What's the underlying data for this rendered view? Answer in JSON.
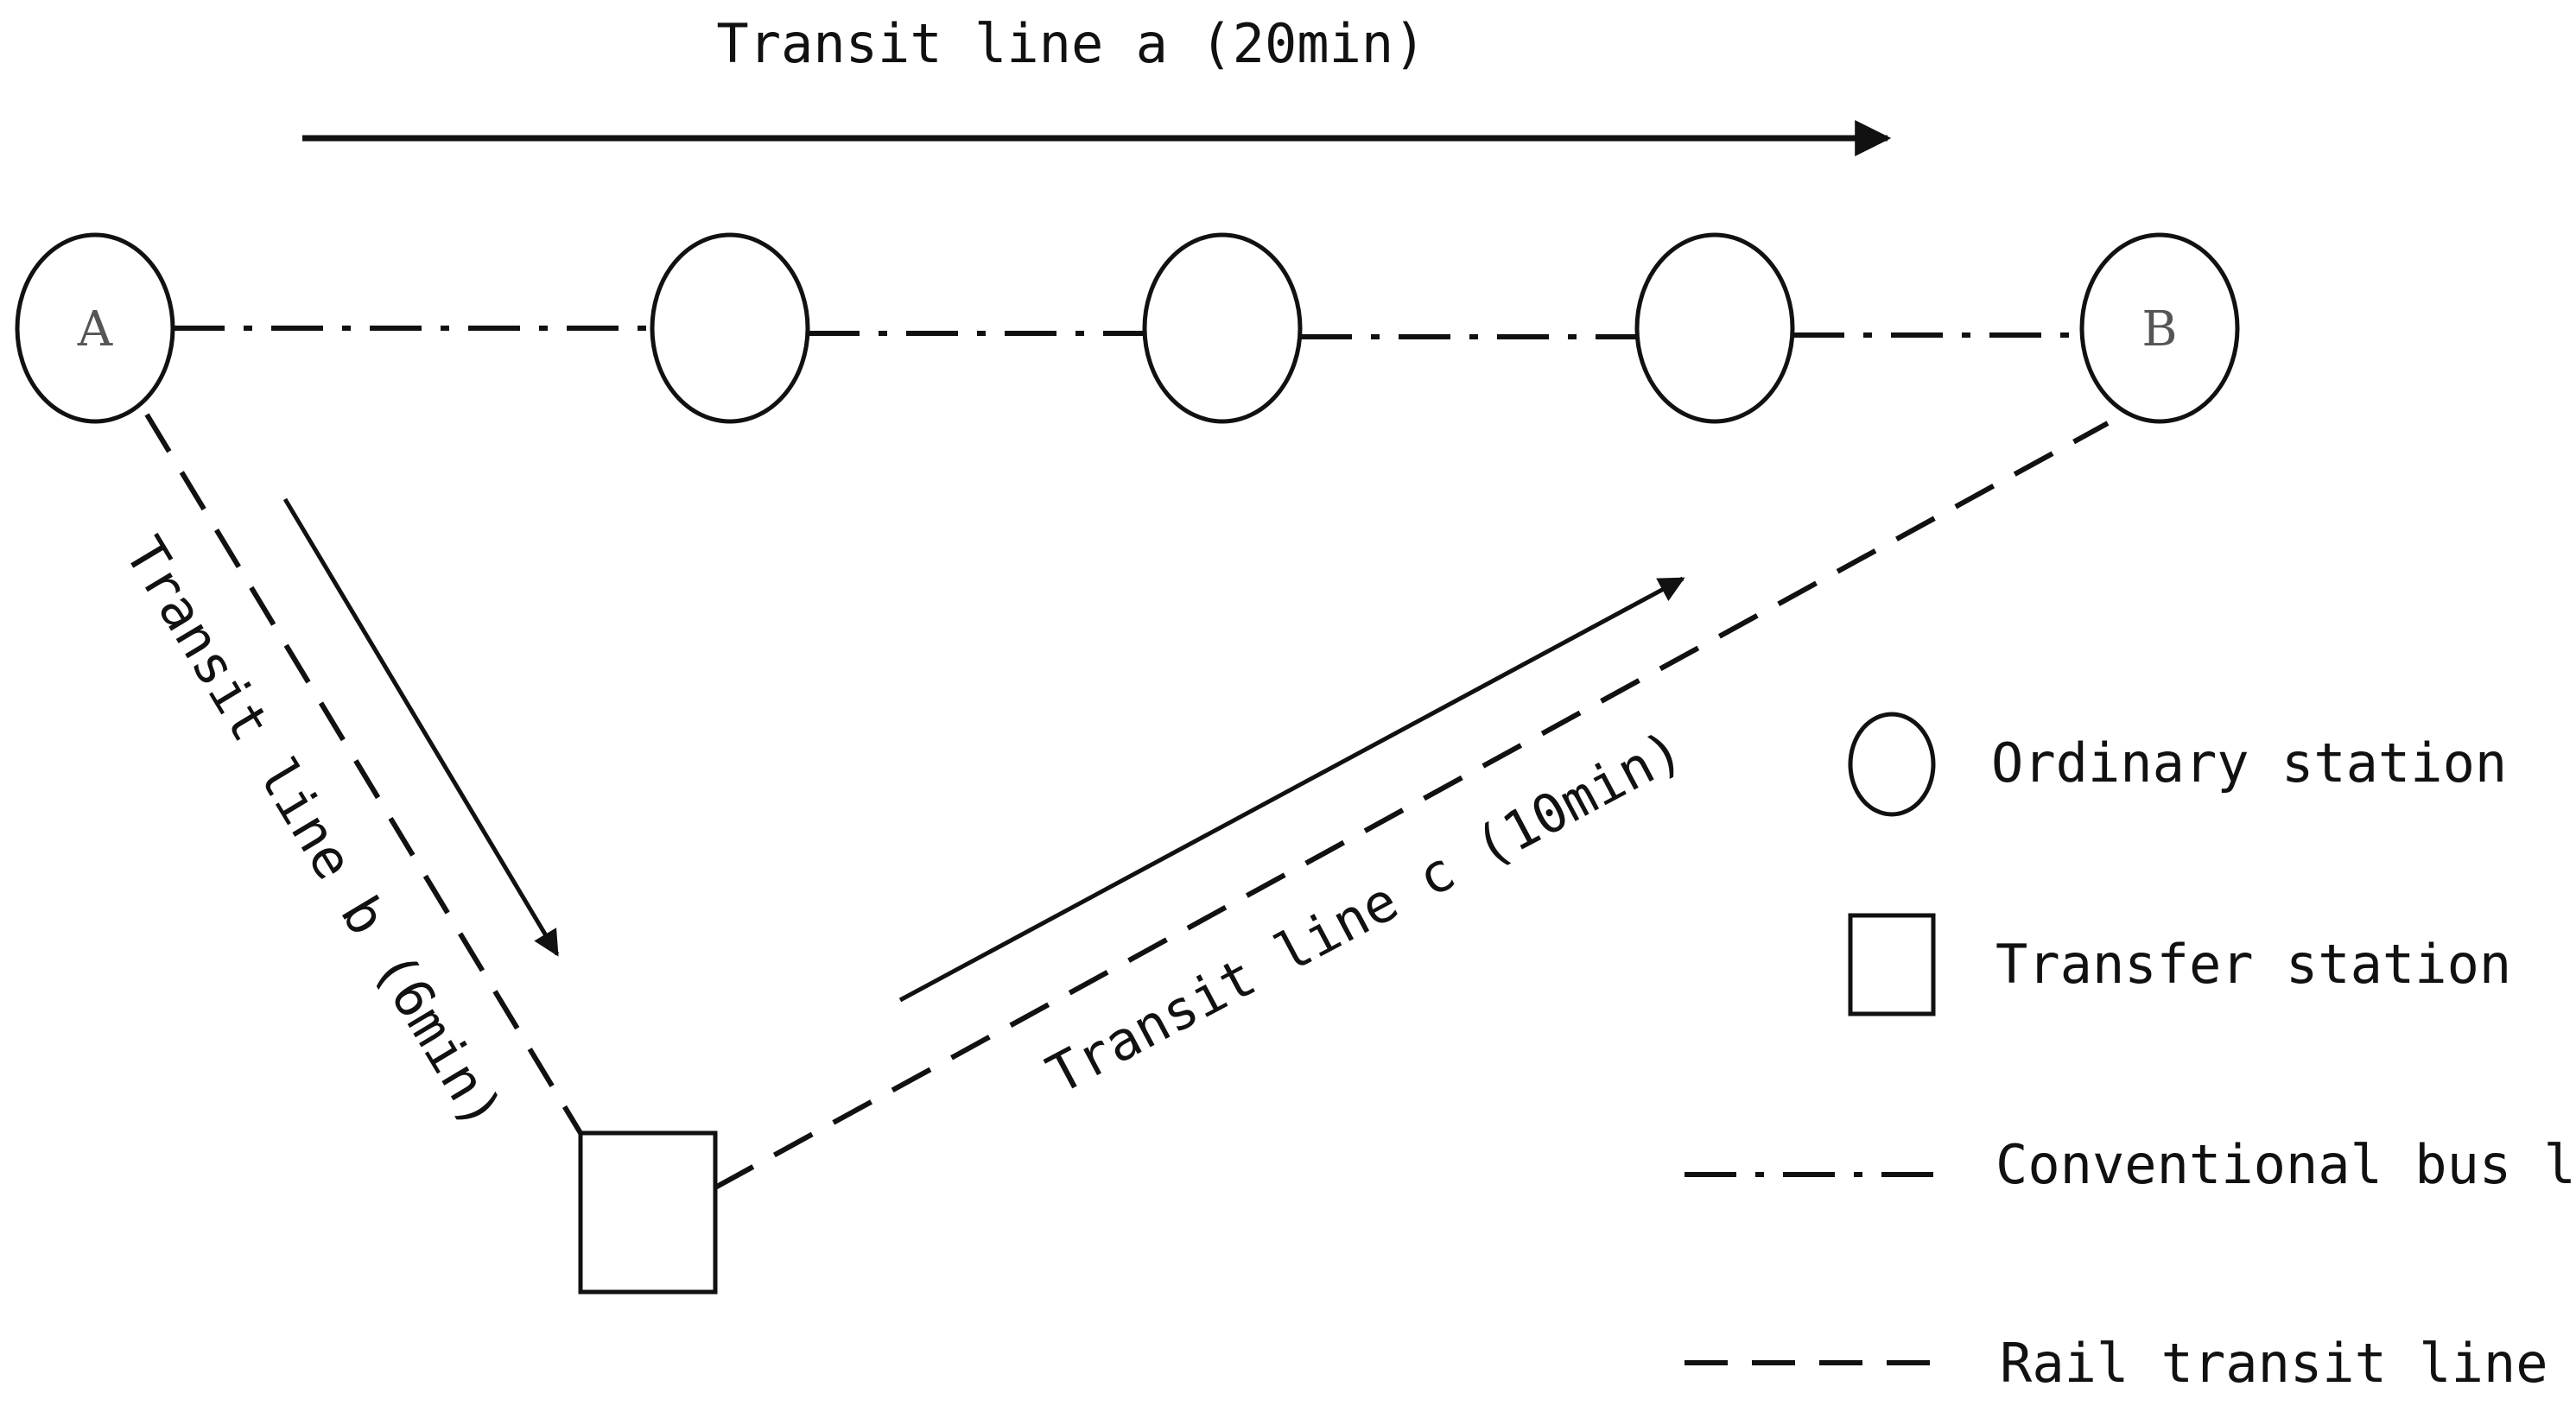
{
  "diagram": {
    "lines": {
      "a": "Transit line a (20min)",
      "b": "Transit line b (6min)",
      "c": "Transit line c (10min)"
    },
    "nodes": {
      "origin": "A",
      "destination": "B"
    },
    "legend": {
      "ordinary_station": "Ordinary station",
      "transfer_station": "Transfer station",
      "bus_line": "Conventional bus line",
      "rail_line": "Rail transit line"
    }
  }
}
